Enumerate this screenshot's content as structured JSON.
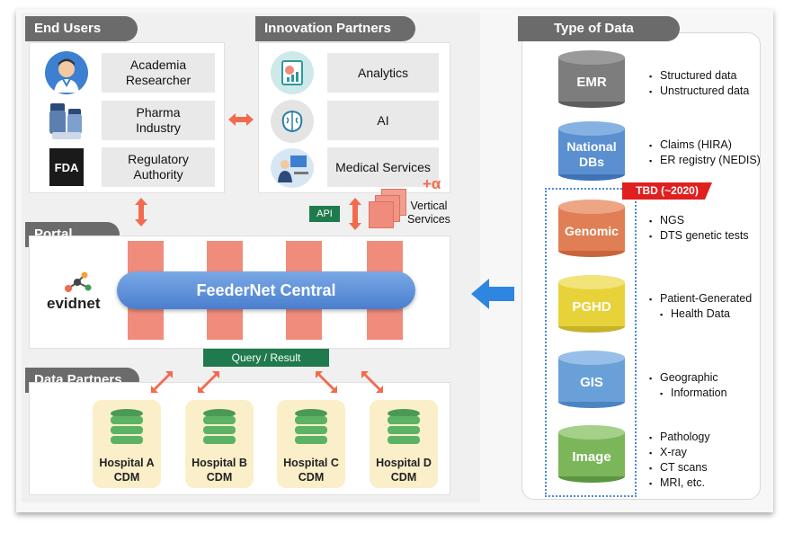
{
  "end_users": {
    "title": "End Users",
    "items": [
      {
        "label": "Academia\nResearcher",
        "icon": "doctor-icon"
      },
      {
        "label": "Pharma\nIndustry",
        "icon": "pills-icon"
      },
      {
        "label": "Regulatory\nAuthority",
        "icon": "fda-logo",
        "logo_text": "FDA"
      }
    ]
  },
  "innovation_partners": {
    "title": "Innovation  Partners",
    "items": [
      {
        "label": "Analytics",
        "icon": "analytics-icon"
      },
      {
        "label": "AI",
        "icon": "brain-icon"
      },
      {
        "label": "Medical Services",
        "icon": "medical-services-icon"
      }
    ],
    "plus_alpha": "+α"
  },
  "portal": {
    "title": "Portal",
    "logo_text": "evidnet",
    "central_label": "FeederNet Central",
    "api_label": "API",
    "vertical_services": "Vertical\nServices",
    "query_result": "Query / Result"
  },
  "data_partners": {
    "title": "Data Partners",
    "hospitals": [
      "Hospital A\nCDM",
      "Hospital B\nCDM",
      "Hospital C\nCDM",
      "Hospital D\nCDM"
    ]
  },
  "type_of_data": {
    "title": "Type of Data",
    "tbd_badge": "TBD (~2020)",
    "items": [
      {
        "name": "EMR",
        "color": "#7d7d7d",
        "bullets": [
          "Structured data",
          "Unstructured  data"
        ]
      },
      {
        "name": "National\nDBs",
        "color": "#5a8fd0",
        "bullets": [
          "Claims (HIRA)",
          "ER registry (NEDIS)"
        ]
      },
      {
        "name": "Genomic",
        "color": "#e07f55",
        "bullets": [
          "NGS",
          "DTS genetic tests"
        ]
      },
      {
        "name": "PGHD",
        "color": "#e8d23a",
        "bullets": [
          "Patient-Generated",
          "Health Data"
        ]
      },
      {
        "name": "GIS",
        "color": "#6aa0d8",
        "bullets": [
          "Geographic",
          "Information"
        ]
      },
      {
        "name": "Image",
        "color": "#7bb65a",
        "bullets": [
          "Pathology",
          "X-ray",
          "CT scans",
          "MRI, etc."
        ]
      }
    ]
  },
  "colors": {
    "section_tab": "#6b6b6b",
    "arrow": "#f26b4f",
    "central_bar": "#5b8fd6",
    "connector_block": "#f08c7c",
    "green_label": "#1f7a4d",
    "big_arrow": "#2f86e0",
    "badge_red": "#e0201f"
  }
}
